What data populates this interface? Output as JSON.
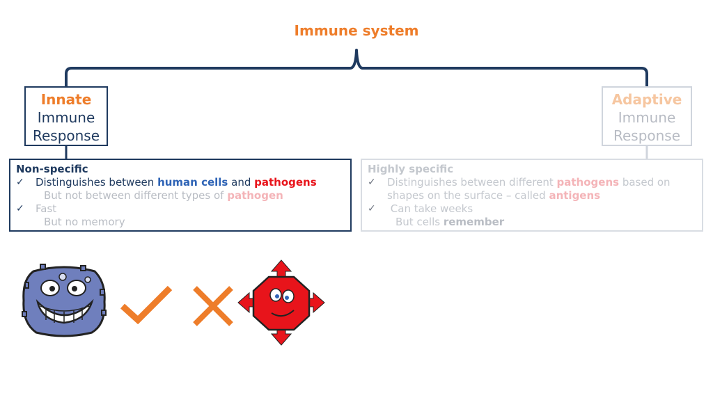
{
  "title": "Immune system",
  "innate": {
    "heading": "Innate",
    "line2": "Immune",
    "line3": "Response",
    "detail": {
      "head": "Non-specific",
      "l1_pre": "Distinguishes between ",
      "l1_human": "human cells",
      "l1_mid": " and ",
      "l1_path": "pathogens",
      "l2_pre": "But not between different types of ",
      "l2_path": "pathogen",
      "l3": "Fast",
      "l4": "But no memory"
    }
  },
  "adaptive": {
    "heading": "Adaptive",
    "line2": "Immune",
    "line3": "Response",
    "detail": {
      "head": "Highly specific",
      "l1_pre": "Distinguishes between different ",
      "l1_path": "pathogens",
      "l1_post": " based on shapes on the surface – called ",
      "l1_anti": "antigens",
      "l2": "Can take weeks",
      "l3_pre": "But cells ",
      "l3_rem": "remember"
    }
  },
  "tick_glyph": "✓",
  "icons": [
    "human-cell-icon",
    "checkmark-icon",
    "cross-icon",
    "pathogen-icon"
  ],
  "colors": {
    "accent": "#ee7d2a",
    "navy": "#1f3a5f",
    "blue": "#2f64b6",
    "red": "#e8141b"
  }
}
